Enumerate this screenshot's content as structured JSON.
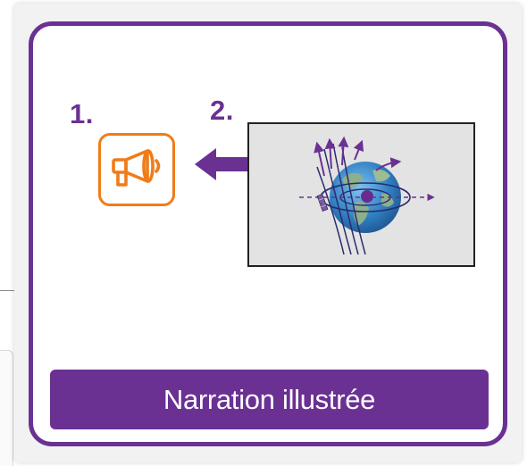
{
  "steps": {
    "step1": "1.",
    "step2": "2."
  },
  "icons": {
    "step1_icon": "megaphone-icon",
    "arrow": "arrow-left-icon",
    "illustration": "globe-magnetic-field-icon"
  },
  "footer": {
    "label": "Narration illustrée"
  },
  "colors": {
    "accent_purple": "#6a3193",
    "icon_orange": "#f07c18",
    "globe_blue": "#2f7fc1",
    "land_green": "#8bb08b",
    "illustration_bg": "#e3e3e3"
  }
}
